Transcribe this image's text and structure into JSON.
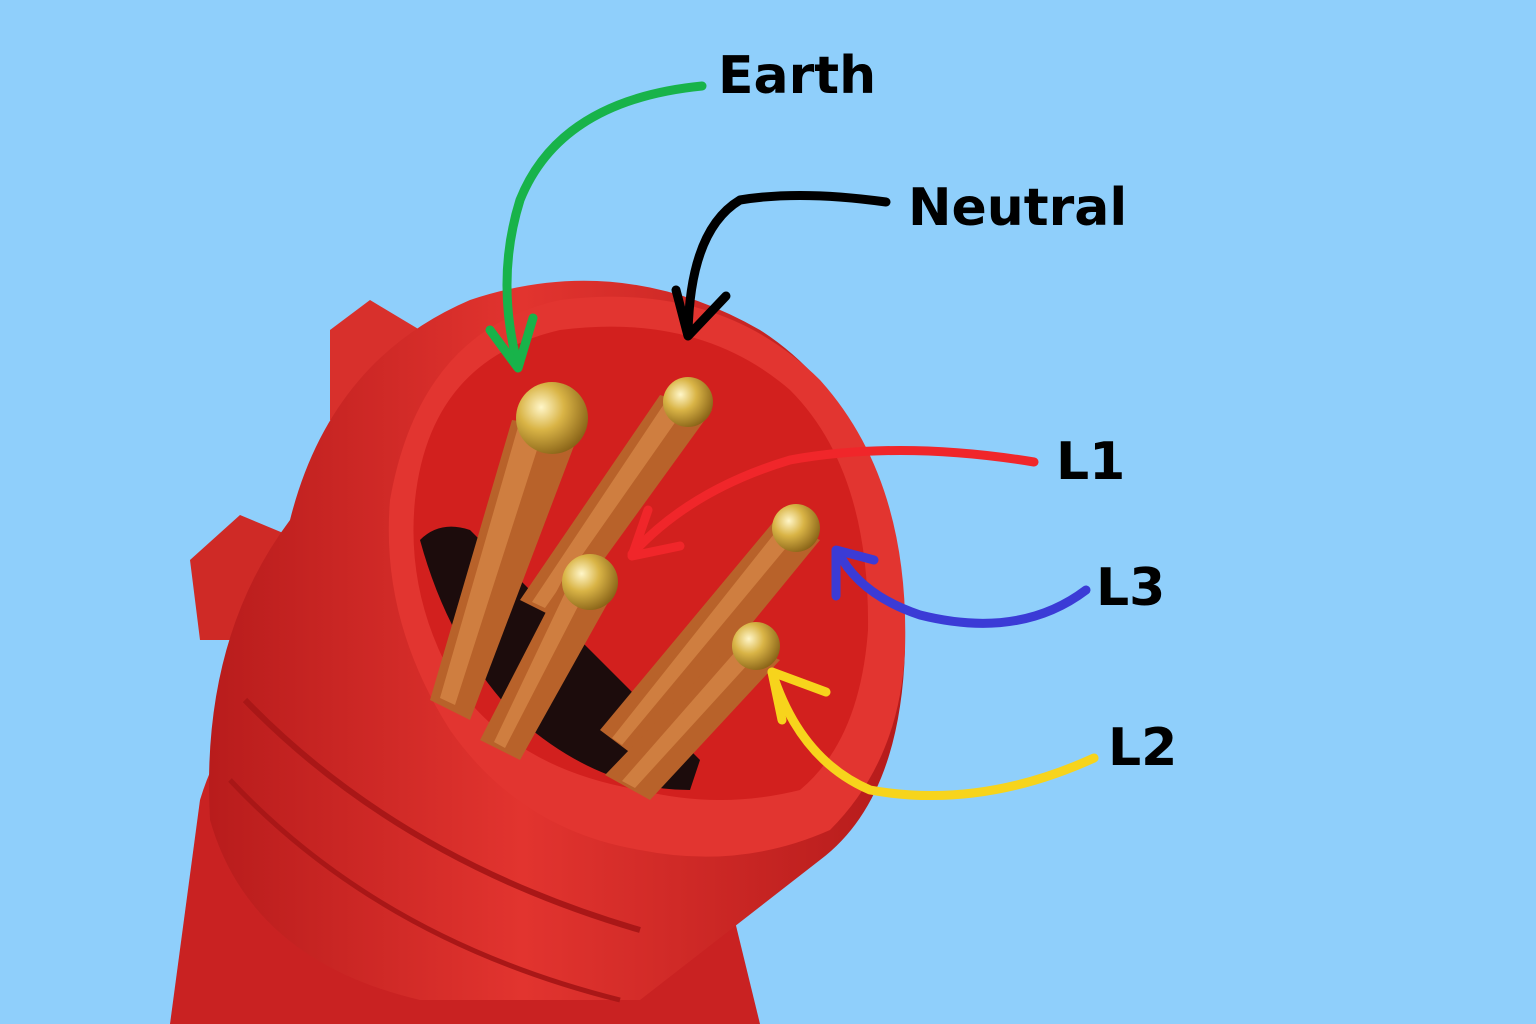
{
  "colors": {
    "background": "#8fcffb",
    "plug_red": "#d92a2a",
    "earth_arrow": "#18b34a",
    "neutral_arrow": "#000000",
    "l1_arrow": "#f0262a",
    "l3_arrow": "#3b3bd6",
    "l2_arrow": "#f7d41c",
    "pin_copper": "#b8622a",
    "pin_brass": "#d9b446"
  },
  "labels": {
    "earth": "Earth",
    "neutral": "Neutral",
    "l1": "L1",
    "l3": "L3",
    "l2": "L2"
  },
  "icons": {
    "plug": "red-five-pin-industrial-plug",
    "arrow": "curved-arrow"
  }
}
